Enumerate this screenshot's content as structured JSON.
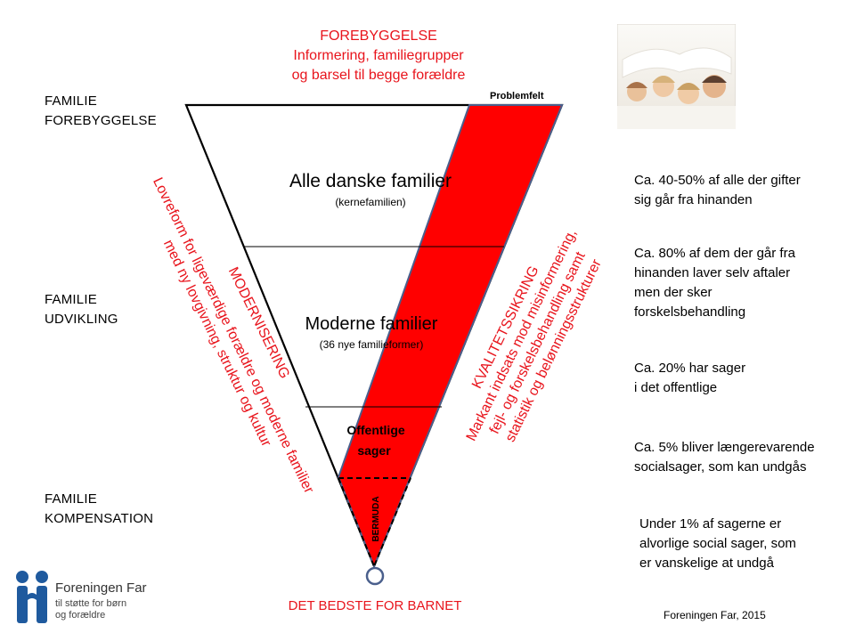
{
  "top": {
    "title": "FOREBYGGELSE",
    "line1": "Informering, familiegrupper",
    "line2": "og barsel til begge forældre"
  },
  "left_labels": [
    {
      "line1": "FAMILIE",
      "line2": "FOREBYGGELSE"
    },
    {
      "line1": "FAMILIE",
      "line2": "UDVIKLING"
    },
    {
      "line1": "FAMILIE",
      "line2": "KOMPENSATION"
    }
  ],
  "funnel": {
    "problemfelt": "Problemfelt",
    "level1_title": "Alle danske familier",
    "level1_sub": "(kernefamilien)",
    "level2_title": "Moderne familier",
    "level2_sub": "(36 nye familieformer)",
    "level3_line1": "Offentlige",
    "level3_line2": "sager",
    "bermuda": "BERMUDA",
    "bottom": "DET BEDSTE FOR BARNET"
  },
  "rotated_left": {
    "heading": "MODERNISERING",
    "line1": "Lovreform for ligeværdige forældre og moderne familier",
    "line2": "med ny lovgivning, struktur og kultur"
  },
  "rotated_right": {
    "heading": "KVALITETSSIKRING",
    "line1": "Markant indsats mod misinformering,",
    "line2": "fejl- og forskelsbehandling samt",
    "line3": "statistik og belønningsstrukturer"
  },
  "stats": [
    {
      "line1": "Ca. 40-50% af alle der gifter",
      "line2": "sig går fra hinanden"
    },
    {
      "line1": "Ca. 80% af dem der går fra",
      "line2": "hinanden laver selv aftaler",
      "line3": "men der sker",
      "line4": "forskelsbehandling"
    },
    {
      "line1": "Ca. 20% har sager",
      "line2": "i det offentlige"
    },
    {
      "line1": "Ca. 5% bliver længerevarende",
      "line2": "socialsager, som kan undgås"
    },
    {
      "line1": "Under 1% af sagerne er",
      "line2": "alvorlige social sager, som",
      "line3": "er vanskelige at undgå"
    }
  ],
  "logo": {
    "name": "Foreningen Far",
    "tag1": "til støtte for børn",
    "tag2": "og forældre"
  },
  "credit": "Foreningen Far, 2015",
  "colors": {
    "accent_red": "#e8141c",
    "stripe_border": "#4a5f8c",
    "logo_blue": "#1f5a9e"
  }
}
